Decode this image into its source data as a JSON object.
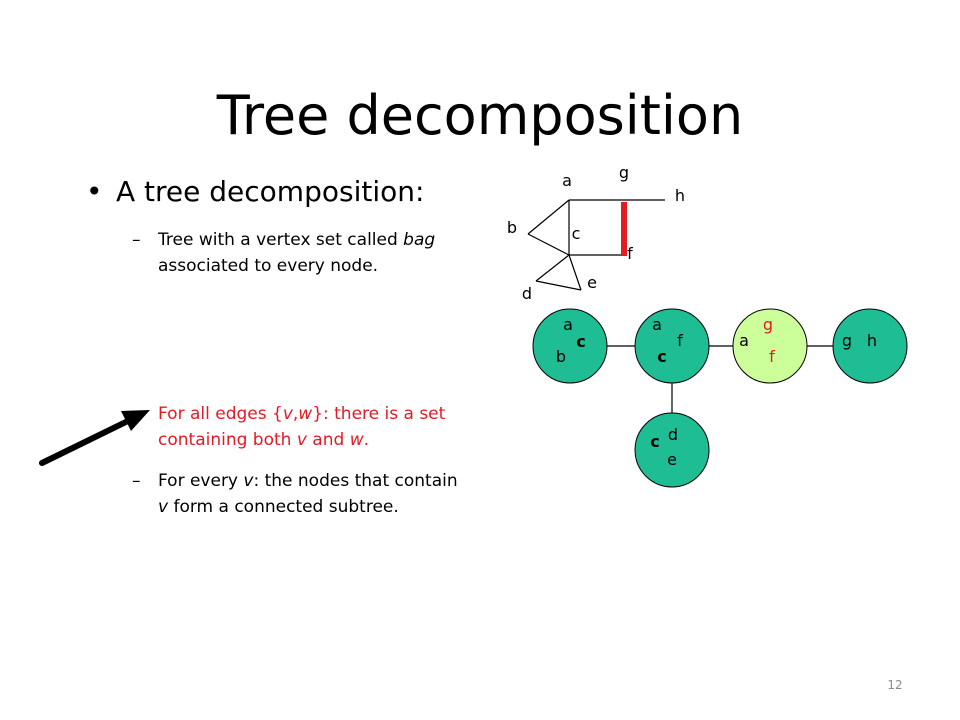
{
  "slide": {
    "title": "Tree decomposition",
    "bullet": "A tree decomposition:",
    "points": [
      {
        "parts": [
          {
            "t": "Tree with a vertex set called "
          },
          {
            "t": "bag",
            "i": true
          },
          {
            "t": " associated to every node."
          }
        ]
      },
      {
        "parts": [
          {
            "t": "For all edges {"
          },
          {
            "t": "v",
            "i": true
          },
          {
            "t": ","
          },
          {
            "t": "w",
            "i": true
          },
          {
            "t": "}: there is a set containing both "
          },
          {
            "t": "v",
            "i": true
          },
          {
            "t": " and "
          },
          {
            "t": "w",
            "i": true
          },
          {
            "t": "."
          }
        ]
      },
      {
        "parts": [
          {
            "t": "For every "
          },
          {
            "t": "v",
            "i": true
          },
          {
            "t": ": the nodes that contain "
          },
          {
            "t": "v",
            "i": true
          },
          {
            "t": " form a connected subtree."
          }
        ]
      }
    ],
    "page_number": "12"
  },
  "graph": {
    "vertex_labels": [
      "a",
      "g",
      "h",
      "b",
      "c",
      "f",
      "e",
      "d"
    ]
  },
  "tree": {
    "bags": [
      {
        "name": "bag-abc",
        "fill": "#1fbd94",
        "labels": [
          "a",
          "c",
          "b"
        ],
        "red": []
      },
      {
        "name": "bag-acf",
        "fill": "#1fbd94",
        "labels": [
          "a",
          "f",
          "c"
        ],
        "red": []
      },
      {
        "name": "bag-agf",
        "fill": "#ccff99",
        "labels": [
          "g",
          "a",
          "f"
        ],
        "red": [
          "g",
          "f"
        ]
      },
      {
        "name": "bag-gh",
        "fill": "#1fbd94",
        "labels": [
          "g",
          "h"
        ],
        "red": []
      },
      {
        "name": "bag-cde",
        "fill": "#1fbd94",
        "labels": [
          "c",
          "d",
          "e"
        ],
        "red": []
      }
    ]
  },
  "colors": {
    "highlight": "#e31b23",
    "bag": "#1fbd94",
    "highlight_bag": "#ccff99"
  },
  "icons": [
    "pointer-arrow-icon"
  ]
}
